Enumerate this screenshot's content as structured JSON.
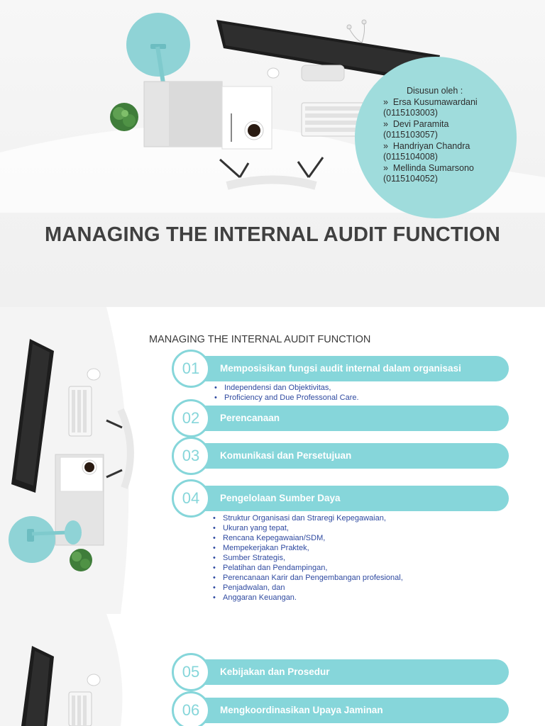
{
  "slide1": {
    "title": "MANAGING THE INTERNAL AUDIT FUNCTION",
    "authors_header": "Disusun oleh :",
    "authors": [
      {
        "bullet": "»",
        "name": "Ersa Kusumawardani",
        "id": "(0115103003)"
      },
      {
        "bullet": "»",
        "name": "Devi Paramita",
        "id": "(0115103057)"
      },
      {
        "bullet": "»",
        "name": "Handriyan Chandra",
        "id": "(0115104008)"
      },
      {
        "bullet": "»",
        "name": "Mellinda Sumarsono",
        "id": "(0115104052)"
      }
    ]
  },
  "slide2": {
    "title": "MANAGING THE INTERNAL AUDIT FUNCTION",
    "items": [
      {
        "num": "01",
        "label": "Memposisikan fungsi audit internal dalam organisasi"
      },
      {
        "num": "02",
        "label": "Perencanaan"
      },
      {
        "num": "03",
        "label": "Komunikasi dan Persetujuan"
      },
      {
        "num": "04",
        "label": "Pengelolaan Sumber Daya"
      }
    ],
    "bullets_01": [
      "Independensi dan Objektivitas,",
      "Proficiency and Due Professonal Care."
    ],
    "bullets_04": [
      "Struktur Organisasi dan Straregi Kepegawaian,",
      "Ukuran yang tepat,",
      "Rencana Kepegawaian/SDM,",
      "Mempekerjakan Praktek,",
      "Sumber Strategis,",
      "Pelatihan dan Pendampingan,",
      "Perencanaan Karir dan Pengembangan profesional,",
      "Penjadwalan, dan",
      "Anggaran Keuangan."
    ]
  },
  "slide3": {
    "items": [
      {
        "num": "05",
        "label": "Kebijakan dan Prosedur"
      },
      {
        "num": "06",
        "label": "Mengkoordinasikan Upaya Jaminan"
      }
    ]
  },
  "colors": {
    "accent": "#86d6da",
    "circle": "#9fdcdc",
    "bullet_text": "#2f4aa0"
  },
  "icons": [
    "monitor-icon",
    "lamp-icon",
    "plant-icon",
    "keyboard-icon",
    "coffee-cup-icon",
    "chair-icon",
    "mouse-icon",
    "earphones-icon"
  ]
}
